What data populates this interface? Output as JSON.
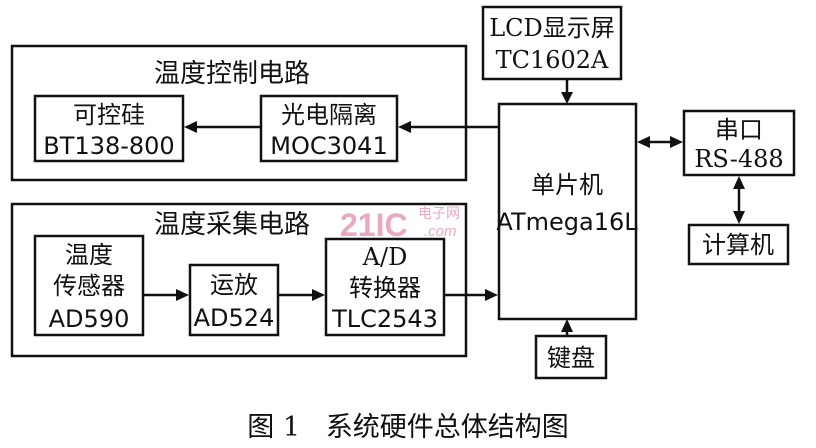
{
  "diagram": {
    "control_group": {
      "title": "温度控制电路"
    },
    "acquisition_group": {
      "title": "温度采集电路"
    },
    "lcd": {
      "line1": "LCD显示屏",
      "line2": "TC1602A"
    },
    "triac": {
      "line1": "可控硅",
      "line2": "BT138-800"
    },
    "optocoupler": {
      "line1": "光电隔离",
      "line2": "MOC3041"
    },
    "mcu": {
      "line1": "单片机",
      "line2": "ATmega16L"
    },
    "serial": {
      "line1": "串口",
      "line2": "RS-488"
    },
    "pc": {
      "label": "计算机"
    },
    "sensor": {
      "line1": "温度",
      "line2": "传感器",
      "line3": "AD590"
    },
    "amplifier": {
      "line1": "运放",
      "line2": "AD524"
    },
    "adc": {
      "line1": "A/D",
      "line2": "转换器",
      "line3": "TLC2543"
    },
    "keyboard": {
      "label": "键盘"
    }
  },
  "watermark": {
    "logo": "21IC",
    "cn": "电子网",
    "url": ".com"
  },
  "caption": "图 1   系统硬件总体结构图"
}
